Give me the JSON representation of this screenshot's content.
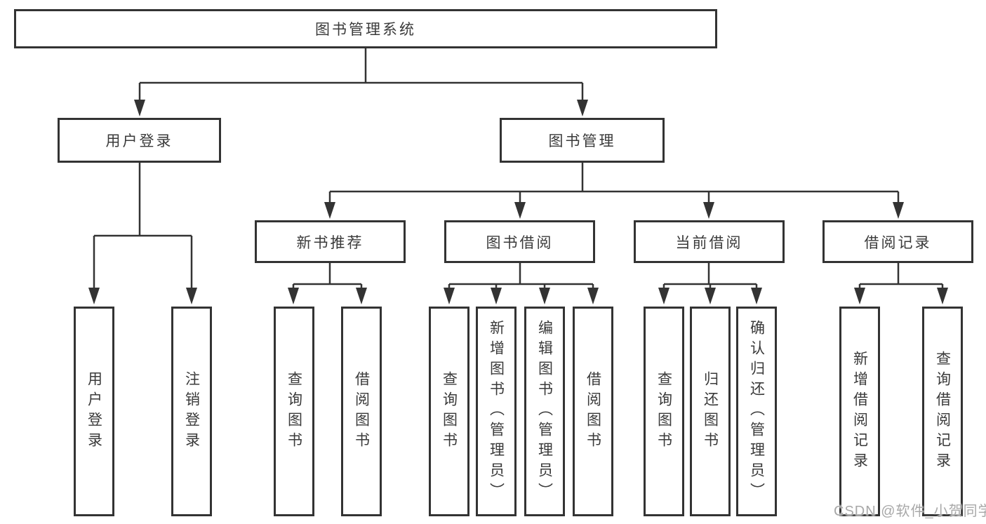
{
  "diagram": {
    "root": {
      "label": "图书管理系统"
    },
    "level2": [
      {
        "label": "用户登录",
        "leaves": [
          {
            "label": "用户登录"
          },
          {
            "label": "注销登录"
          }
        ]
      },
      {
        "label": "图书管理",
        "sections": [
          {
            "label": "新书推荐",
            "leaves": [
              {
                "label": "查询图书"
              },
              {
                "label": "借阅图书"
              }
            ]
          },
          {
            "label": "图书借阅",
            "leaves": [
              {
                "label": "查询图书"
              },
              {
                "label": "新增图书（管理员）"
              },
              {
                "label": "编辑图书（管理员）"
              },
              {
                "label": "借阅图书"
              }
            ]
          },
          {
            "label": "当前借阅",
            "leaves": [
              {
                "label": "查询图书"
              },
              {
                "label": "归还图书"
              },
              {
                "label": "确认归还（管理员）"
              }
            ]
          },
          {
            "label": "借阅记录",
            "leaves": [
              {
                "label": "新增借阅记录"
              },
              {
                "label": "查询借阅记录"
              }
            ]
          }
        ]
      }
    ]
  },
  "watermark": {
    "text": "CSDN @软件_小贺同学"
  },
  "colors": {
    "line": "#333333",
    "box_border": "#333333",
    "text": "#3a3a3a",
    "watermark": "#a8a8a8",
    "background": "#ffffff"
  }
}
